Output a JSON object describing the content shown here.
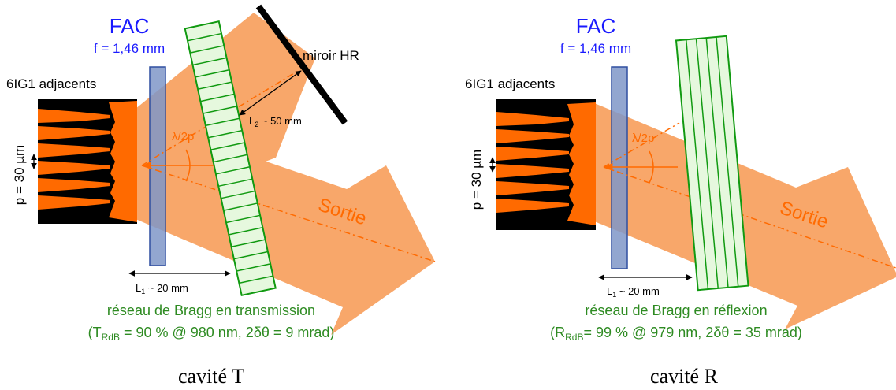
{
  "colors": {
    "beam": "#f8a76a",
    "beam_dark": "#ff6a00",
    "chip": "#000000",
    "fac_fill": "#7f97c8",
    "fac_stroke": "#2f4fa0",
    "fac_text": "#1a1aff",
    "grating_fill": "#e6f8de",
    "grating_stroke": "#119a11",
    "bragg_text": "#2e8b22",
    "lambda_text": "#ff6a00",
    "mirror": "#000000"
  },
  "panel_t": {
    "fac_title": "FAC",
    "fac_focal": "f = 1,46 mm",
    "emitters": "6IG1 adjacents",
    "pitch": "p = 30 µm",
    "mirror": "miroir HR",
    "l2": "L",
    "l2_sub": "2",
    "l2_rest": " ~ 50 mm",
    "angle": "λ/2p",
    "output": "Sortie",
    "l1": "L",
    "l1_sub": "1",
    "l1_rest": " ~ 20 mm",
    "bragg_line1": "réseau de Bragg en transmission",
    "bragg_line2_a": "(T",
    "bragg_line2_sub": "RdB",
    "bragg_line2_b": " = 90 % @ 980 nm, 2δθ = 9 mrad)",
    "caption": "cavité T"
  },
  "panel_r": {
    "fac_title": "FAC",
    "fac_focal": "f = 1,46 mm",
    "emitters": "6IG1 adjacents",
    "pitch": "p = 30 µm",
    "angle": "λ/2p",
    "output": "Sortie",
    "l1": "L",
    "l1_sub": "1",
    "l1_rest": " ~ 20 mm",
    "bragg_line1": "réseau de Bragg en réflexion",
    "bragg_line2_a": "(R",
    "bragg_line2_sub": "RdB",
    "bragg_line2_b": "= 99 % @ 979 nm, 2δθ = 35 mrad)",
    "caption": "cavité R"
  }
}
